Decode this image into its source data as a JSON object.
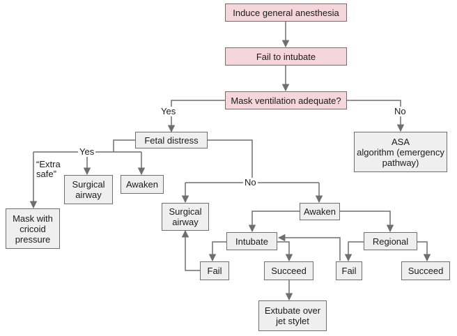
{
  "nodes": {
    "induce": "Induce general anesthesia",
    "fail_intubate": "Fail to intubate",
    "mask_adequate": "Mask ventilation adequate?",
    "fetal_distress": "Fetal distress",
    "asa": "ASA\nalgorithm (emergency\npathway)",
    "mask_cricoid": "Mask with\ncricoid\npressure",
    "surgical_airway_1": "Surgical\nairway",
    "awaken_1": "Awaken",
    "surgical_airway_2": "Surgical\nairway",
    "awaken_2": "Awaken",
    "intubate": "Intubate",
    "regional": "Regional",
    "fail_1": "Fail",
    "succeed_1": "Succeed",
    "fail_2": "Fail",
    "succeed_2": "Succeed",
    "extubate": "Extubate over\njet stylet"
  },
  "labels": {
    "yes_1": "Yes",
    "no_1": "No",
    "yes_2": "Yes",
    "extra_safe": "“Extra\nsafe”",
    "no_2": "No"
  },
  "colors": {
    "pink_box": "#f6d6dd",
    "gray_box": "#efefef",
    "line": "#6e6e6e"
  }
}
